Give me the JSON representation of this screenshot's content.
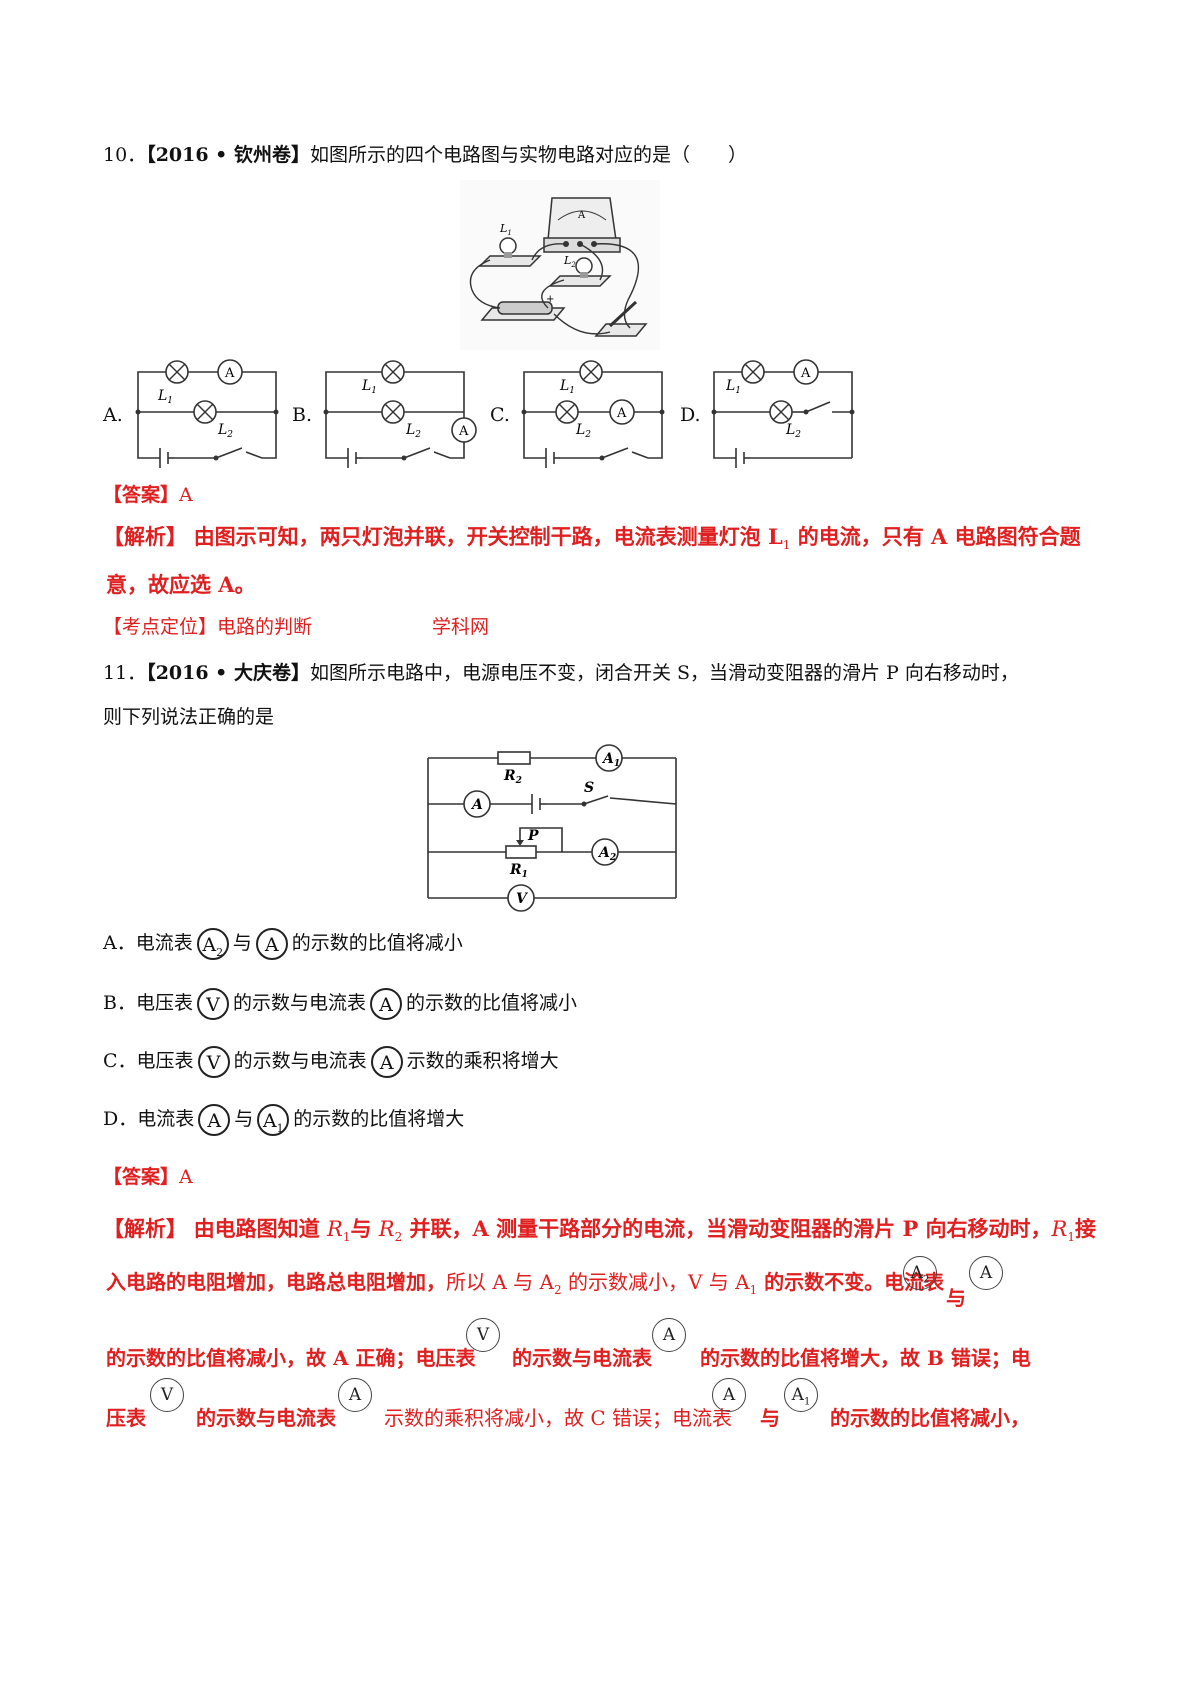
{
  "q10": {
    "number": "10．",
    "source": "【2016 • 钦州卷】",
    "stem": "如图所示的四个电路图与实物电路对应的是（　　）",
    "option_labels": [
      "A.",
      "B.",
      "C.",
      "D."
    ],
    "answer_label": "【答案】",
    "answer": "A",
    "analysis_label": "【解析】",
    "analysis_line1_a": "由图示可知，两只灯泡并联，开关控制干路，电流表测量灯泡 L",
    "analysis_line1_sub": "1",
    "analysis_line1_b": " 的电流，只有 A 电路图符合题",
    "analysis_line2": "意，故应选 A。",
    "kaodian_label": "【考点定位】",
    "kaodian": "电路的判断",
    "watermark": "学科网"
  },
  "q11": {
    "number": "11．",
    "source": "【2016 • 大庆卷】",
    "stem_line1": "如图所示电路中，电源电压不变，闭合开关 S，当滑动变阻器的滑片 P 向右移动时，",
    "stem_line2": "则下列说法正确的是",
    "options": {
      "A": {
        "label": "A．",
        "t1": "电流表",
        "m1": "A",
        "m1_sub": "2",
        "t2": "与",
        "m2": "A",
        "m2_sub": "",
        "t3": "的示数的比值将减小"
      },
      "B": {
        "label": "B．",
        "t1": "电压表",
        "m1": "V",
        "m1_sub": "",
        "t2": "的示数与电流表",
        "m2": "A",
        "m2_sub": "",
        "t3": "的示数的比值将减小"
      },
      "C": {
        "label": "C．",
        "t1": "电压表",
        "m1": "V",
        "m1_sub": "",
        "t2": "的示数与电流表",
        "m2": "A",
        "m2_sub": "",
        "t3": "示数的乘积将增大"
      },
      "D": {
        "label": "D．",
        "t1": "电流表",
        "m1": "A",
        "m1_sub": "",
        "t2": "与",
        "m2": "A",
        "m2_sub": "1",
        "t3": "的示数的比值将增大"
      }
    },
    "answer_label": "【答案】",
    "answer": "A",
    "analysis_label": "【解析】",
    "a1_t1": "由电路图知道 ",
    "a1_r1": "R",
    "a1_r1_sub": "1",
    "a1_t2": "与 ",
    "a1_r2": "R",
    "a1_r2_sub": "2",
    "a1_t3": " 并联，A 测量干路部分的电流，当滑动变阻器的滑片 P 向右移动时，",
    "a1_r3": "R",
    "a1_r3_sub": "1",
    "a1_t4": "接",
    "a2_t1": "入电路的电阻增加，电路总电阻增加，",
    "a2_t2": "所以 A 与 A",
    "a2_sub1": "2",
    "a2_t3": " 的示数减小，V 与 A",
    "a2_sub2": "1",
    "a2_t4": " 的示数不变。电流表",
    "a2_m1": "A",
    "a2_m1_sub": "2",
    "a2_t5": "与",
    "a2_m2": "A",
    "a3_t1": "的示数的比值将减小，故 A 正确；电压表",
    "a3_m1": "V",
    "a3_t2": "的示数与电流表",
    "a3_m2": "A",
    "a3_t3": "的示数的比值将增大，故 B 错误；电",
    "a4_t1": "压表",
    "a4_m1": "V",
    "a4_t2": "的示数与电流表",
    "a4_m2": "A",
    "a4_t3": "示数的乘积将减小，故 C 错误；电流表",
    "a4_m3": "A",
    "a4_t4": "与",
    "a4_m4": "A",
    "a4_m4_sub": "1",
    "a4_t5": "的示数的比值将减小，"
  },
  "figures": {
    "photo_labels": {
      "l1": "L",
      "l1_sub": "1",
      "l2": "L",
      "l2_sub": "2",
      "meter": "A"
    },
    "schem_L1": "L",
    "schem_L1_sub": "1",
    "schem_L2": "L",
    "schem_L2_sub": "2",
    "schem_A": "A",
    "c11_R1": "R",
    "c11_R1_sub": "1",
    "c11_R2": "R",
    "c11_R2_sub": "2",
    "c11_A": "A",
    "c11_A1": "A",
    "c11_A1_sub": "1",
    "c11_A2": "A",
    "c11_A2_sub": "2",
    "c11_S": "S",
    "c11_P": "P",
    "c11_V": "V"
  },
  "colors": {
    "answer_red": "#e02020",
    "text": "#111111"
  }
}
